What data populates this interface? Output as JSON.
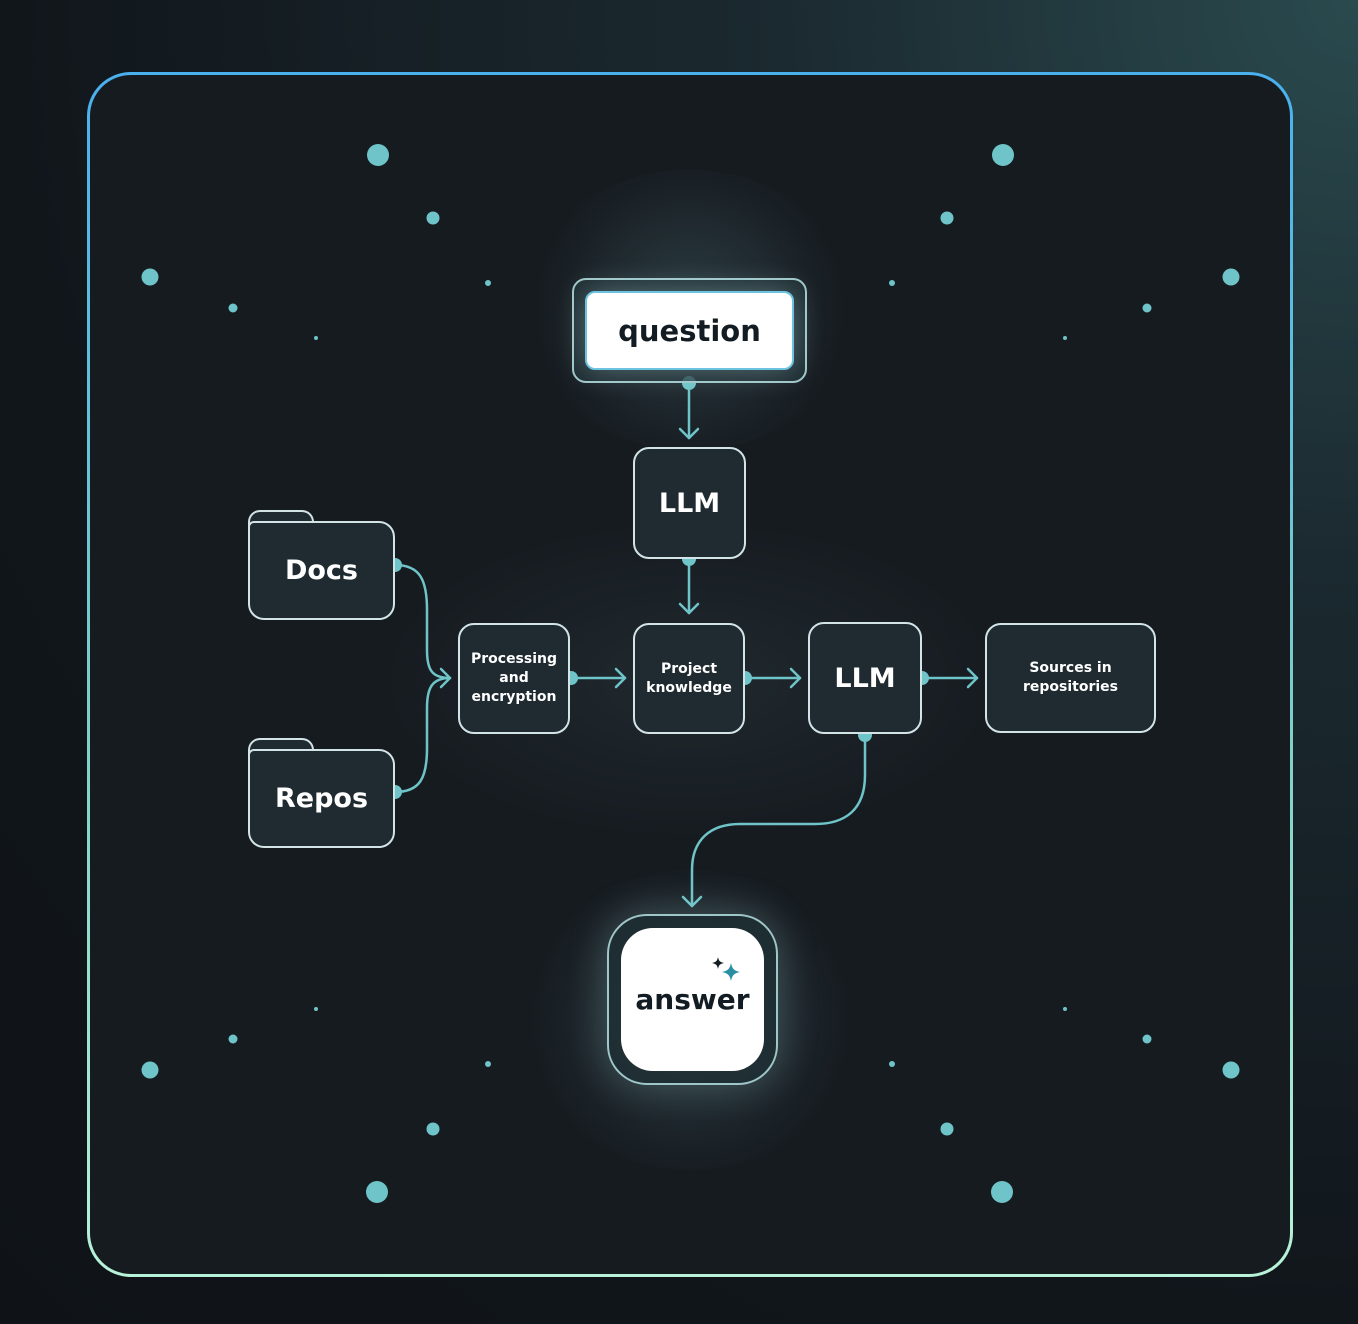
{
  "nodes": {
    "question": "question",
    "llm_top": "LLM",
    "docs": "Docs",
    "repos": "Repos",
    "processing": "Processing and encryption",
    "project_knowledge": "Project knowledge",
    "llm_middle": "LLM",
    "sources": "Sources in repositories",
    "answer": "answer"
  },
  "colors": {
    "accent": "#6ec4c8",
    "node_fill": "#1f2b31",
    "node_border": "#d2e4e6",
    "frame_gradient_top": "#4ab0ee",
    "frame_gradient_bottom": "#b8f3d9",
    "background": "#11161b"
  },
  "icons": [
    "sparkle-icon",
    "folder-icon",
    "arrow-head-icon"
  ]
}
